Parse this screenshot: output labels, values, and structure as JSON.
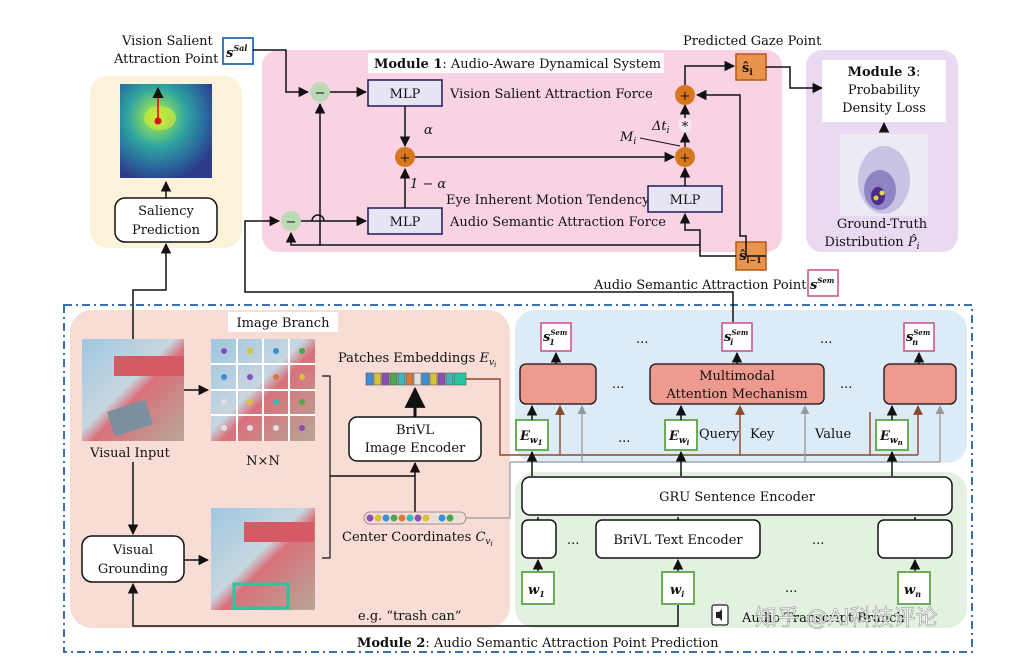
{
  "module1": {
    "title_bold": "Module 1",
    "title_rest": ": Audio-Aware Dynamical System",
    "mlp_label": "MLP",
    "vision_force": "Vision Salient Attraction Force",
    "audio_force": "Audio Semantic Attraction Force",
    "motion_tendency": "Eye Inherent Motion Tendency",
    "alpha": "α",
    "one_minus_alpha": "1 − α",
    "delta_t": "Δt",
    "delta_t_sub": "i",
    "mult": "*",
    "m_i": "M",
    "m_i_sub": "i",
    "minus": "−",
    "plus": "+"
  },
  "gaze": {
    "predicted_label": "Predicted Gaze Point",
    "s_hat_i": "ŝ",
    "s_hat_i_sub": "i",
    "s_hat_prev": "ŝ",
    "s_hat_prev_sub": "i−1"
  },
  "module3": {
    "title_bold": "Module 3",
    "title_rest": ":",
    "line1": "Probability",
    "line2": "Density Loss",
    "gt_line1": "Ground-Truth",
    "gt_line2": "Distribution",
    "p_hat": "P̂",
    "p_hat_sub": "i"
  },
  "saliency": {
    "vision_label1": "Vision Salient",
    "vision_label2": "Attraction Point",
    "s_sal": "s",
    "s_sal_sup": "Sal",
    "pred_line1": "Saliency",
    "pred_line2": "Prediction"
  },
  "module2": {
    "title_bold": "Module 2",
    "title_rest": ": Audio Semantic Attraction Point Prediction",
    "audio_point_label": "Audio Semantic Attraction Point",
    "s_sem": "s",
    "s_sem_sup": "Sem",
    "image_branch": "Image Branch",
    "visual_input": "Visual Input",
    "nxn": "N×N",
    "patches_label": "Patches Embeddings",
    "e_v": "E",
    "e_v_sub": "v",
    "e_v_subsub": "i",
    "brivl_img1": "BriVL",
    "brivl_img2": "Image Encoder",
    "center_label": "Center Coordinates",
    "c_v": "C",
    "visual_grounding1": "Visual",
    "visual_grounding2": "Grounding",
    "example": "e.g. “trash can”",
    "multimodal1": "Multimodal",
    "multimodal2": "Attention Mechanism",
    "ellipsis": "...",
    "query": "Query",
    "key": "Key",
    "value": "Value",
    "gru": "GRU Sentence Encoder",
    "brivl_text": "BriVL Text Encoder",
    "audio_branch": "Audio Transcript Branch",
    "s1": "s",
    "s1_sub": "1",
    "si_sub": "i",
    "sn_sub": "n",
    "e_w": "E",
    "w": "w",
    "w1_sub": "1",
    "wi_sub": "i",
    "wn_sub": "n"
  },
  "watermark": "知乎 @AI科技评论",
  "colors": {
    "module1_bg": "#f9d3e4",
    "module3_bg": "#ead9f3",
    "saliency_bg": "#fbf2d9",
    "image_branch_bg": "#f8dcd6",
    "text_branch_bg": "#dcebf6",
    "gru_bg": "#e3f1e1",
    "orange_op": "#d8781e",
    "green_op": "#bcd9b6",
    "mlp_fill": "#e8e4f4",
    "mlp_stroke": "#1a1a5a",
    "sem_box": "#cc4b86",
    "e_box": "#6aae5a",
    "attn_fill": "#ee9a8f",
    "dash_blue": "#3a6fb2"
  }
}
